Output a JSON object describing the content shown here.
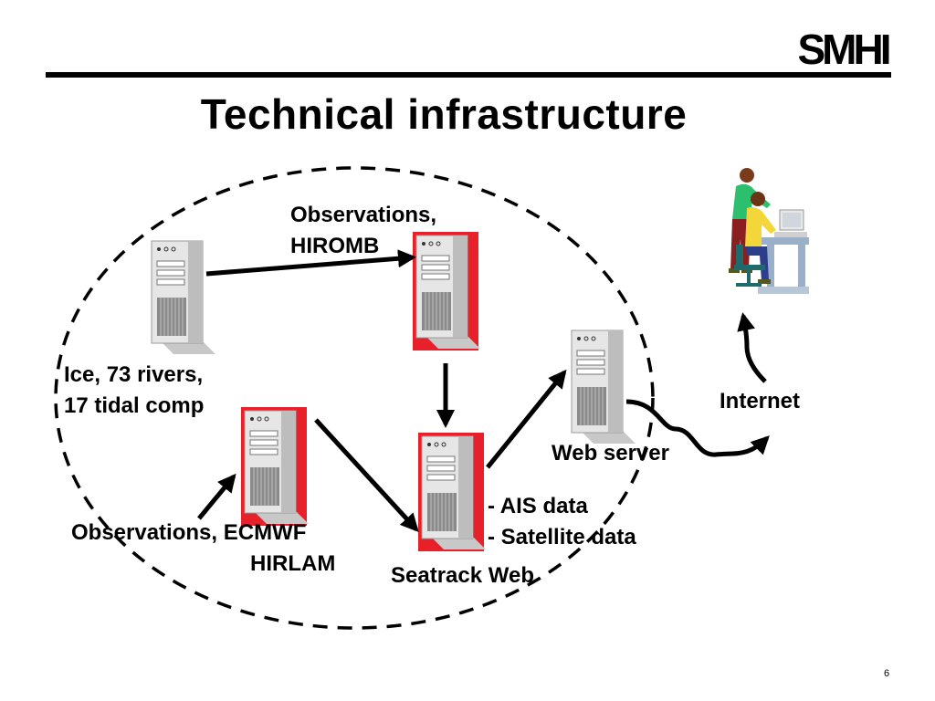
{
  "header": {
    "logo_text": "SMHI",
    "title": "Technical infrastructure"
  },
  "labels": {
    "obs_hiromb_1": "Observations,",
    "obs_hiromb_2": "HIROMB",
    "ice_1": "Ice, 73 rivers,",
    "ice_2": "17 tidal comp",
    "obs_ecmwf_1": "Observations, ECMWF",
    "obs_ecmwf_2": "HIRLAM",
    "seatrack": "Seatrack Web",
    "ais": "- AIS data",
    "satellite": "- Satellite data",
    "webserver": "Web server",
    "internet": "Internet"
  },
  "footer": {
    "page_number": "6"
  },
  "colors": {
    "server_red": "#e8202a",
    "server_grey": "#d9d9d9",
    "dash": "#000000"
  },
  "icons": [
    "server-icon",
    "users-at-computer-icon",
    "smhi-logo"
  ]
}
